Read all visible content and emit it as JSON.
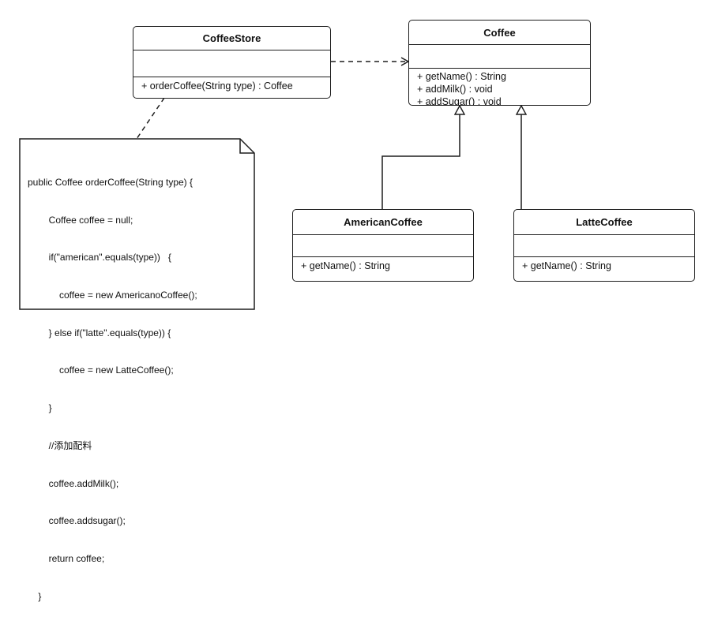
{
  "diagram": {
    "coffee_store": {
      "name": "CoffeeStore",
      "operations": [
        "+ orderCoffee(String type) : Coffee"
      ]
    },
    "coffee": {
      "name": "Coffee",
      "operations": [
        "+ getName() : String",
        "+ addMilk() : void",
        "+ addSugar() : void"
      ]
    },
    "american_coffee": {
      "name": "AmericanCoffee",
      "operations": [
        "+ getName() : String"
      ]
    },
    "latte_coffee": {
      "name": "LatteCoffee",
      "operations": [
        "+ getName() : String"
      ]
    },
    "note": {
      "lines": [
        "public Coffee orderCoffee(String type) {",
        "        Coffee coffee = null;",
        "        if(\"american\".equals(type))   {",
        "            coffee = new AmericanoCoffee();",
        "        } else if(\"latte\".equals(type)) {",
        "            coffee = new LatteCoffee();",
        "        }",
        "        //添加配料",
        "        coffee.addMilk();",
        "        coffee.addsugar();",
        "        return coffee;",
        "    }"
      ]
    }
  }
}
